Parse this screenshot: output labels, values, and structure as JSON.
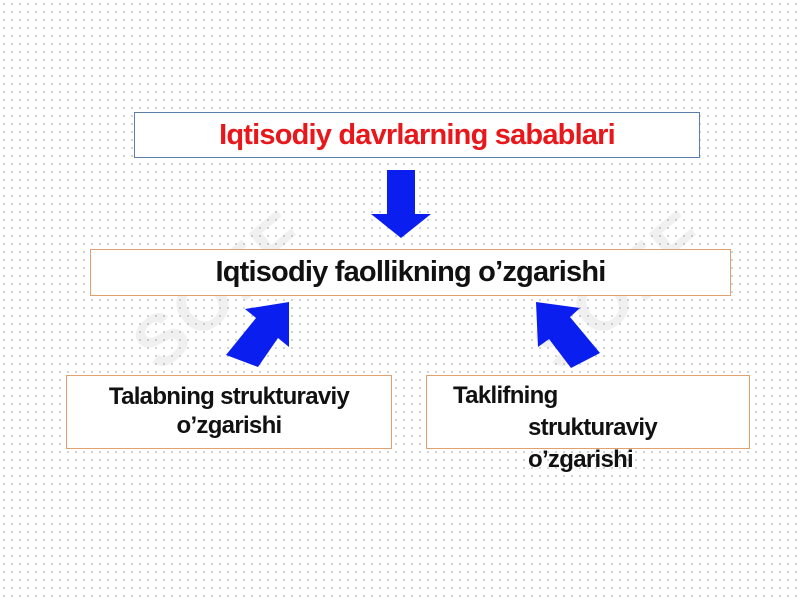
{
  "diagram": {
    "title": "Iqtisodiy davrlarning sabablari",
    "center": "Iqtisodiy faollikning o’zgarishi",
    "left": {
      "line1": "Talabning strukturaviy",
      "line2": "o’zgarishi"
    },
    "right": {
      "line1": "Taklifning",
      "line2": "strukturaviy",
      "line3": "o’zgarishi"
    }
  },
  "watermark": "SOFF",
  "colors": {
    "title_text": "#e8171b",
    "arrow": "#0b1ef0",
    "title_border": "#5b7fa8",
    "box_border": "#e0a070"
  }
}
